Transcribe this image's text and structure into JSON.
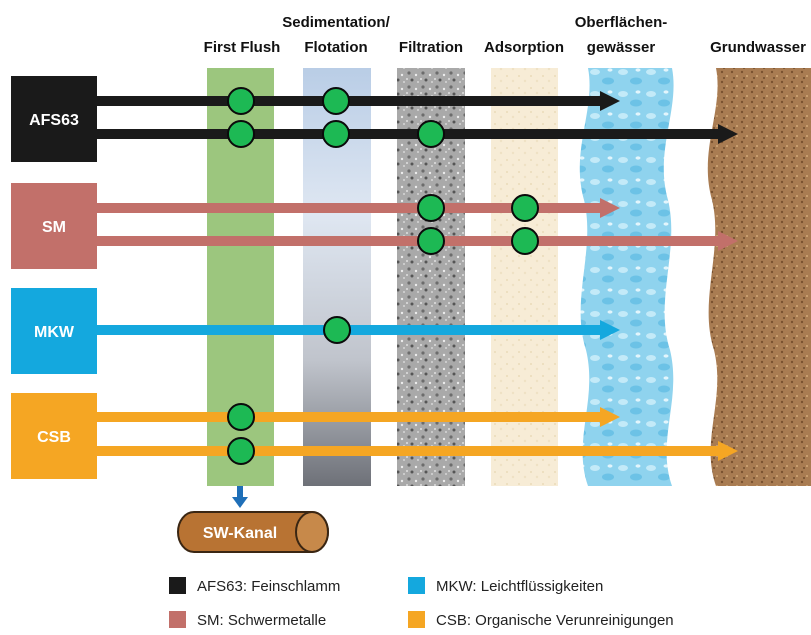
{
  "columns": {
    "first_flush": "First Flush",
    "sedimentation_1": "Sedimentation/",
    "sedimentation_2": "Flotation",
    "filtration": "Filtration",
    "adsorption": "Adsorption",
    "surface_water_1": "Oberflächen-",
    "surface_water_2": "gewässer",
    "groundwater": "Grundwasser"
  },
  "pollutants": {
    "afs": {
      "label": "AFS63",
      "color": "#1a1a1a"
    },
    "sm": {
      "label": "SM",
      "color": "#c2706a"
    },
    "mkw": {
      "label": "MKW",
      "color": "#14a8de"
    },
    "csb": {
      "label": "CSB",
      "color": "#f5a623"
    }
  },
  "outlet": {
    "label": "SW-Kanal",
    "color": "#b87333"
  },
  "legend": {
    "afs": "AFS63: Feinschlamm",
    "sm": "SM: Schwermetalle",
    "mkw": "MKW: Leichtflüssigkeiten",
    "csb": "CSB: Organische Verunreinigungen"
  },
  "colors": {
    "retention_dot": "#1db954",
    "first_flush_band": "#9cc67e",
    "surface_water": "#8fd3ee",
    "groundwater": "#a97c52"
  }
}
